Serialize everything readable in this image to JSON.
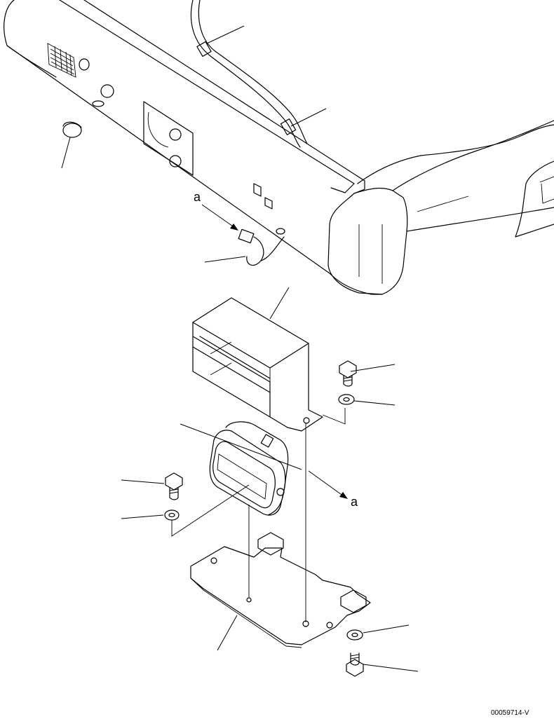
{
  "callouts": {
    "a_top": "a",
    "a_bottom": "a"
  },
  "drawing_id": "00059714-V"
}
